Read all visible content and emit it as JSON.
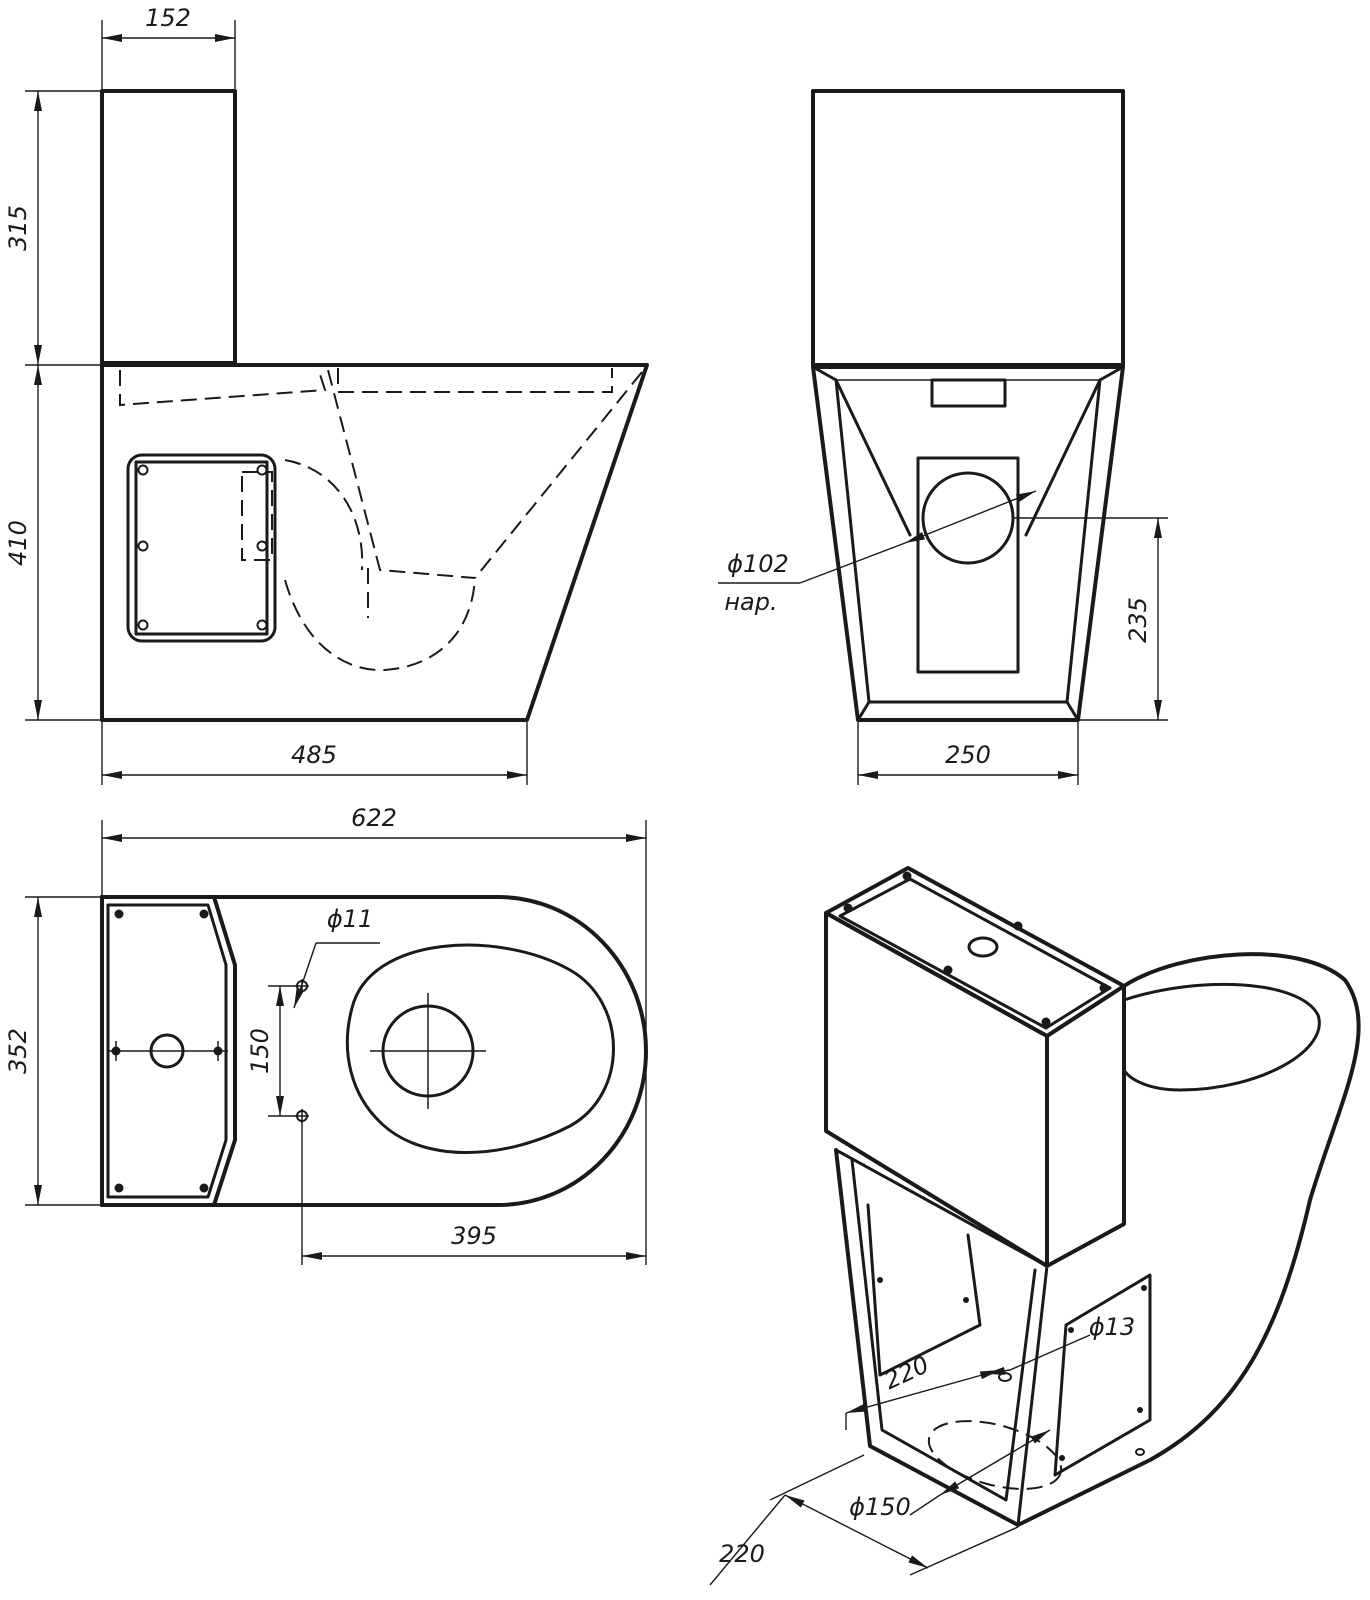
{
  "dimensions": {
    "side_width_top": "152",
    "side_height_tank": "315",
    "side_height_bowl": "410",
    "side_width_base": "485",
    "front_width_base": "250",
    "front_outlet_height": "235",
    "front_outlet_diameter": "ϕ102",
    "front_outlet_note": "нар.",
    "top_length": "622",
    "top_width": "352",
    "top_hole_diameter": "ϕ11",
    "top_hole_spacing": "150",
    "top_hole_to_front": "395",
    "iso_hole_diameter": "ϕ13",
    "iso_depth_1": "220",
    "iso_depth_2": "220",
    "iso_outlet_diameter": "ϕ150"
  }
}
